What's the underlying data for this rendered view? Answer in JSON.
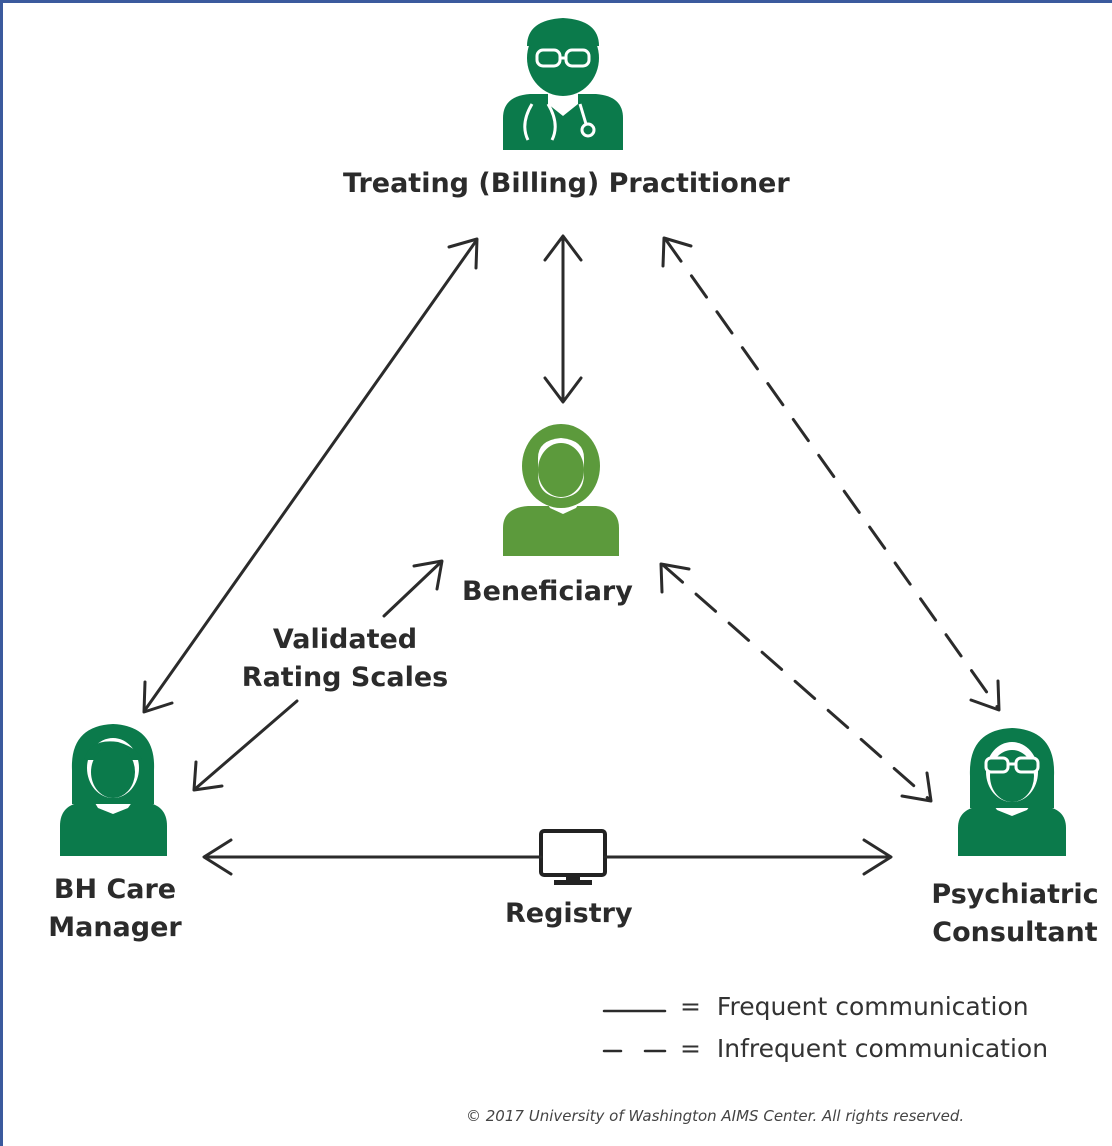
{
  "nodes": {
    "practitioner": "Treating (Billing) Practitioner",
    "beneficiary": "Beneficiary",
    "care_manager_line1": "BH Care",
    "care_manager_line2": "Manager",
    "consultant_line1": "Psychiatric",
    "consultant_line2": "Consultant"
  },
  "edge_labels": {
    "scales_line1": "Validated",
    "scales_line2": "Rating Scales",
    "registry": "Registry"
  },
  "legend": {
    "frequent_sep": "=",
    "frequent": "Frequent communication",
    "infrequent_sep": "=",
    "infrequent": "Infrequent communication"
  },
  "copyright": "© 2017 University of Washington AIMS Center. All rights reserved.",
  "colors": {
    "dark_green": "#0b7a4b",
    "light_green": "#5c9a3c",
    "arrow": "#2b2b2b",
    "frame": "#3b5a9d"
  },
  "icons": {
    "practitioner": "doctor-icon",
    "beneficiary": "person-icon",
    "care_manager": "woman-icon",
    "consultant": "woman-glasses-icon",
    "registry": "monitor-icon"
  }
}
